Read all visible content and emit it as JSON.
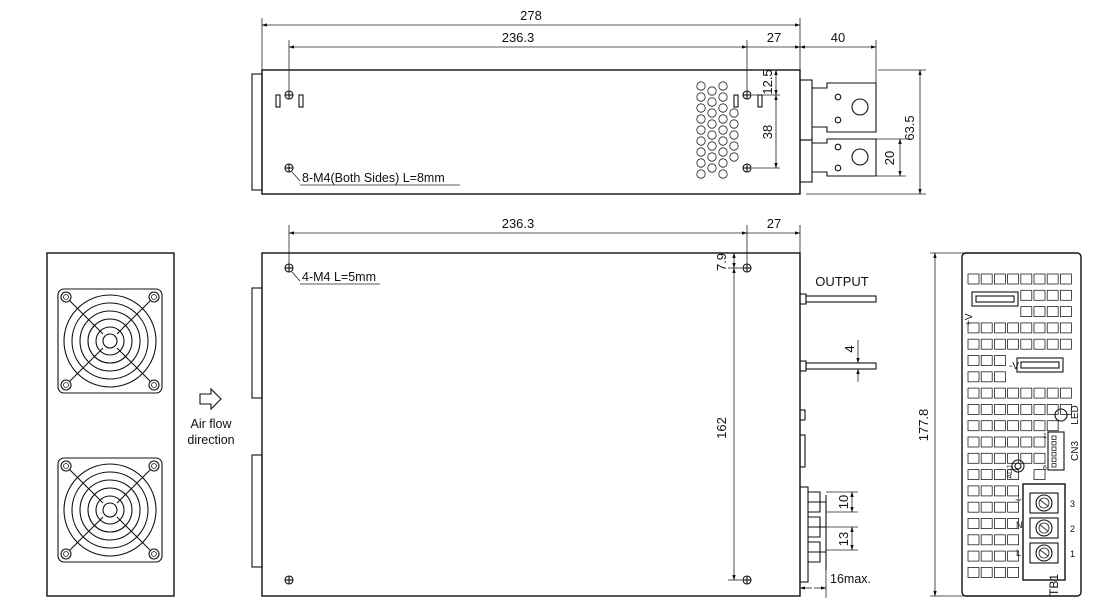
{
  "colors": {
    "line": "#111111",
    "background": "#ffffff"
  },
  "top_view": {
    "dim_total": "278",
    "dim_hole_span": "236.3",
    "dim_end": "27",
    "dim_terminal": "40",
    "dim_hole_top": "12.5",
    "dim_hole_pitch": "38",
    "dim_height": "63.5",
    "dim_bracket": "20",
    "screw_note": "8-M4(Both Sides) L=8mm"
  },
  "main_view": {
    "dim_hole_span": "236.3",
    "dim_end": "27",
    "dim_hole_top": "7.9",
    "dim_hole_pitch": "162",
    "dim_pin": "4",
    "dim_term_a": "10",
    "dim_term_b": "13",
    "dim_protrusion": "16max.",
    "screw_note": "4-M4 L=5mm",
    "output_label": "OUTPUT"
  },
  "airflow": {
    "line1": "Air flow",
    "line2": "direction"
  },
  "side_view": {
    "dim_height": "177.8",
    "plus_v": "+V",
    "minus_v": "-V",
    "led": "LED",
    "cn3": "CN3",
    "adj": "ADJ",
    "cn3_pin_first": "1",
    "cn3_pin_last": "6",
    "tb1": "TB1",
    "term_fg": "⏚",
    "term_n": "N",
    "term_l": "L",
    "term_3": "3",
    "term_2": "2",
    "term_1": "1"
  }
}
